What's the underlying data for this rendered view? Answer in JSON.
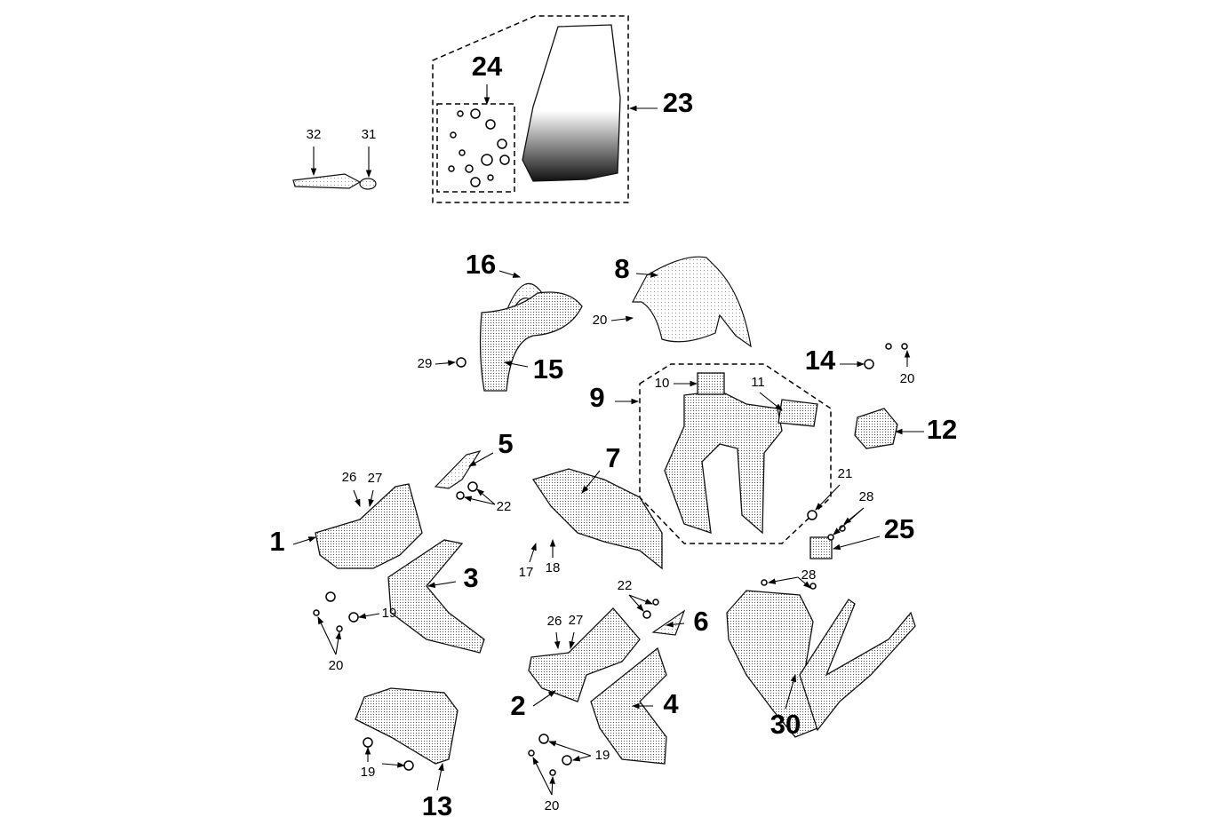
{
  "diagram": {
    "type": "exploded-parts-diagram",
    "callouts": {
      "p24": "24",
      "p23": "23",
      "p32": "32",
      "p31": "31",
      "p16": "16",
      "p8": "8",
      "p20a": "20",
      "p15": "15",
      "p29": "29",
      "p14": "14",
      "p20b": "20",
      "p9": "9",
      "p10": "10",
      "p11": "11",
      "p12": "12",
      "p5": "5",
      "p7": "7",
      "p26a": "26",
      "p27a": "27",
      "p22a": "22",
      "p21": "21",
      "p28a": "28",
      "p1": "1",
      "p25": "25",
      "p17": "17",
      "p18": "18",
      "p3": "3",
      "p19a": "19",
      "p20c": "20",
      "p22b": "22",
      "p28b": "28",
      "p6": "6",
      "p26b": "26",
      "p27b": "27",
      "p2": "2",
      "p4": "4",
      "p30": "30",
      "p19b": "19",
      "p19c": "19",
      "p20d": "20",
      "p13": "13"
    },
    "colors": {
      "line": "#000000",
      "background": "#ffffff"
    }
  }
}
